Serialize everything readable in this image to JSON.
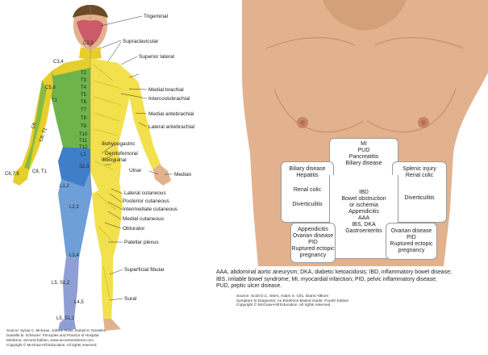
{
  "left_panel": {
    "nerve_labels": [
      "Trigeminal",
      "Supraclavicular",
      "Superior lateral",
      "Medial brachial",
      "Intercostobrachial",
      "Medial antebrachial",
      "Lateral antebrachial",
      "Iliohypogastric",
      "Genitofemoral",
      "Ilioinguinal",
      "Ulnar",
      "Median",
      "Lateral cutaneous",
      "Posterior cutaneous",
      "Intermediate cutaneous",
      "Medial cutaneous",
      "Obturator",
      "Patellar plexus",
      "Superficial fibular",
      "Sural"
    ],
    "dermatomes": {
      "c23": "C2,3",
      "c34": "C3,4",
      "c56": "C5,6",
      "t1": "T1",
      "t_levels": [
        "T2",
        "T3",
        "T4",
        "T5",
        "T6",
        "T7",
        "T8",
        "T9",
        "T10",
        "T11",
        "T12"
      ],
      "l1": "L1",
      "s23": "S2,3",
      "c6_arm": "C6",
      "c8_t1_arm": "C8, T1",
      "c678": "C6,7,8",
      "c8_t1": "C8, T1",
      "l12": "L1,2",
      "l23": "L2,3",
      "l34": "L3,4",
      "l5s12_a": "L5, S1,2",
      "l45": "L4,5",
      "l5s12_b": "L5, S1,2"
    },
    "source": [
      "Source: Sylvia C. McKean, John J. Ross, Daniel D. Dressler,",
      "Danielle B. Scheurer: Principles and Practice of Hospital",
      "Medicine, Second Edition, www.accessmedicine.com",
      "Copyright © McGraw-Hill Education. All rights reserved."
    ]
  },
  "right_panel": {
    "boxes": {
      "upper_center": [
        "MI",
        "PUD",
        "Pancreatitis",
        "Biliary disease"
      ],
      "right_upper": [
        "Biliary disease",
        "Hepatitis"
      ],
      "right_mid": "Renal colic",
      "right_low": "Diverticulitis",
      "left_upper": [
        "Splenic injury",
        "Renal colic"
      ],
      "left_low": "Diverticulitis",
      "center": [
        "IBD",
        "Bowel obstruction",
        "or ischemia",
        "Appendicitis",
        "AAA",
        "IBS, DKA",
        "Gastroenteritis"
      ],
      "right_lower": [
        "Appendicitis",
        "Ovarian disease",
        "PID",
        "Ruptured ectopic",
        "pregnancy"
      ],
      "left_lower": [
        "Ovarian disease",
        "PID",
        "Ruptured ectopic",
        "pregnancy"
      ]
    },
    "legend": [
      "AAA, abdominal aortic aneurysm; DKA, diabetic ketoacidosis; IBD, inflammatory bowel disease;",
      "IBS, irritable bowel syndrome; MI, myocardial infarction; PID, pelvic inflammatory disease;",
      "PUD, peptic ulcer disease."
    ],
    "credits": [
      "Source: Scott D.C. Stern, Adam S. Cifu, Diane Altkorn",
      "Symptom to Diagnosis: An Evidence-Based Guide, Fourth Edition",
      "Copyright © McGraw-Hill Education. All rights reserved."
    ]
  },
  "colors": {
    "skin": "#e2b28e",
    "skin_shadow": "#c98f69",
    "trigeminal": "#c94a62",
    "cervical": "#e6cf2c",
    "thoracic": "#6fb44a",
    "lumbar": "#3f7fc9",
    "sacral": "#8f9fd6",
    "nerve_yellow": "#f2e04c",
    "hair": "#6b4a2a"
  }
}
